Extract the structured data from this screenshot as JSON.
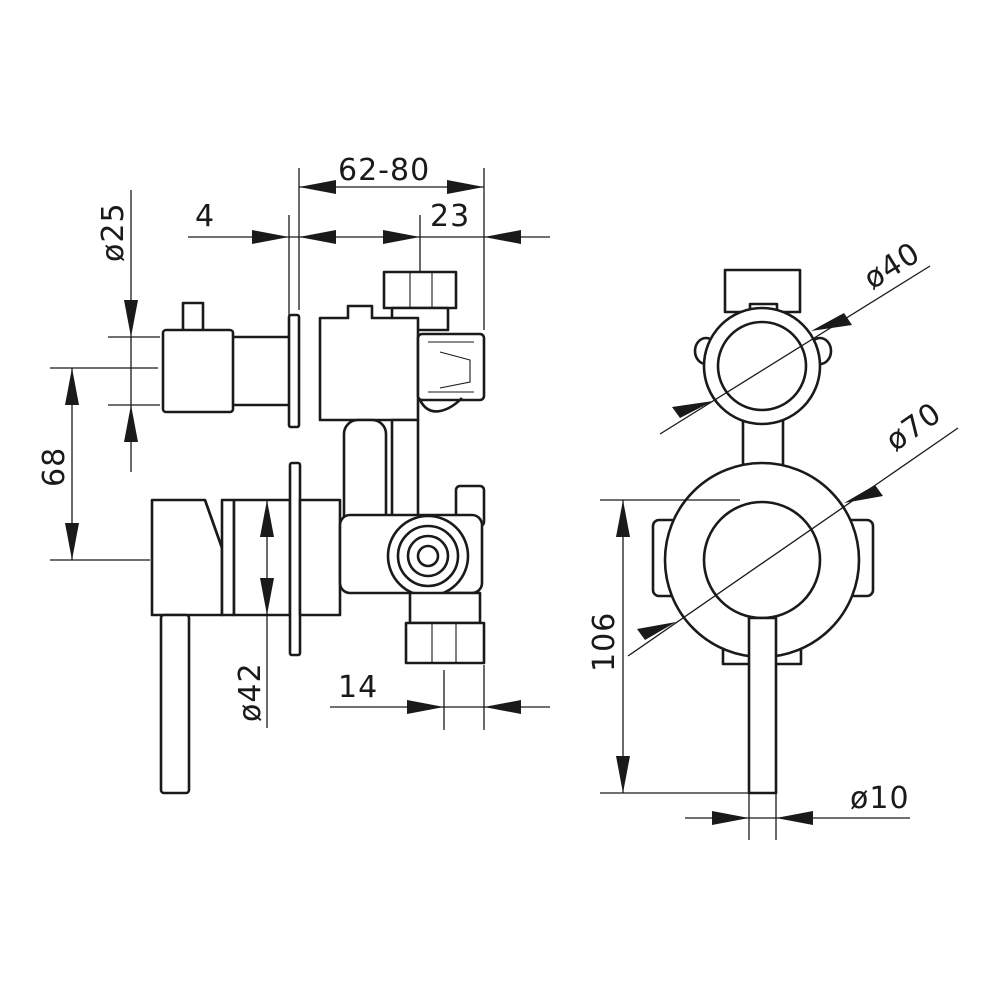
{
  "dimensions": {
    "depth_range": "62-80",
    "plate_thickness": "4",
    "body_offset": "23",
    "diverter_diameter": "ø25",
    "handle_spacing": "68",
    "handle_diameter": "ø42",
    "wall_depth": "14",
    "pipe_diameter": "ø40",
    "plate_diameter": "ø70",
    "overall_height": "106",
    "lever_diameter": "ø10"
  }
}
